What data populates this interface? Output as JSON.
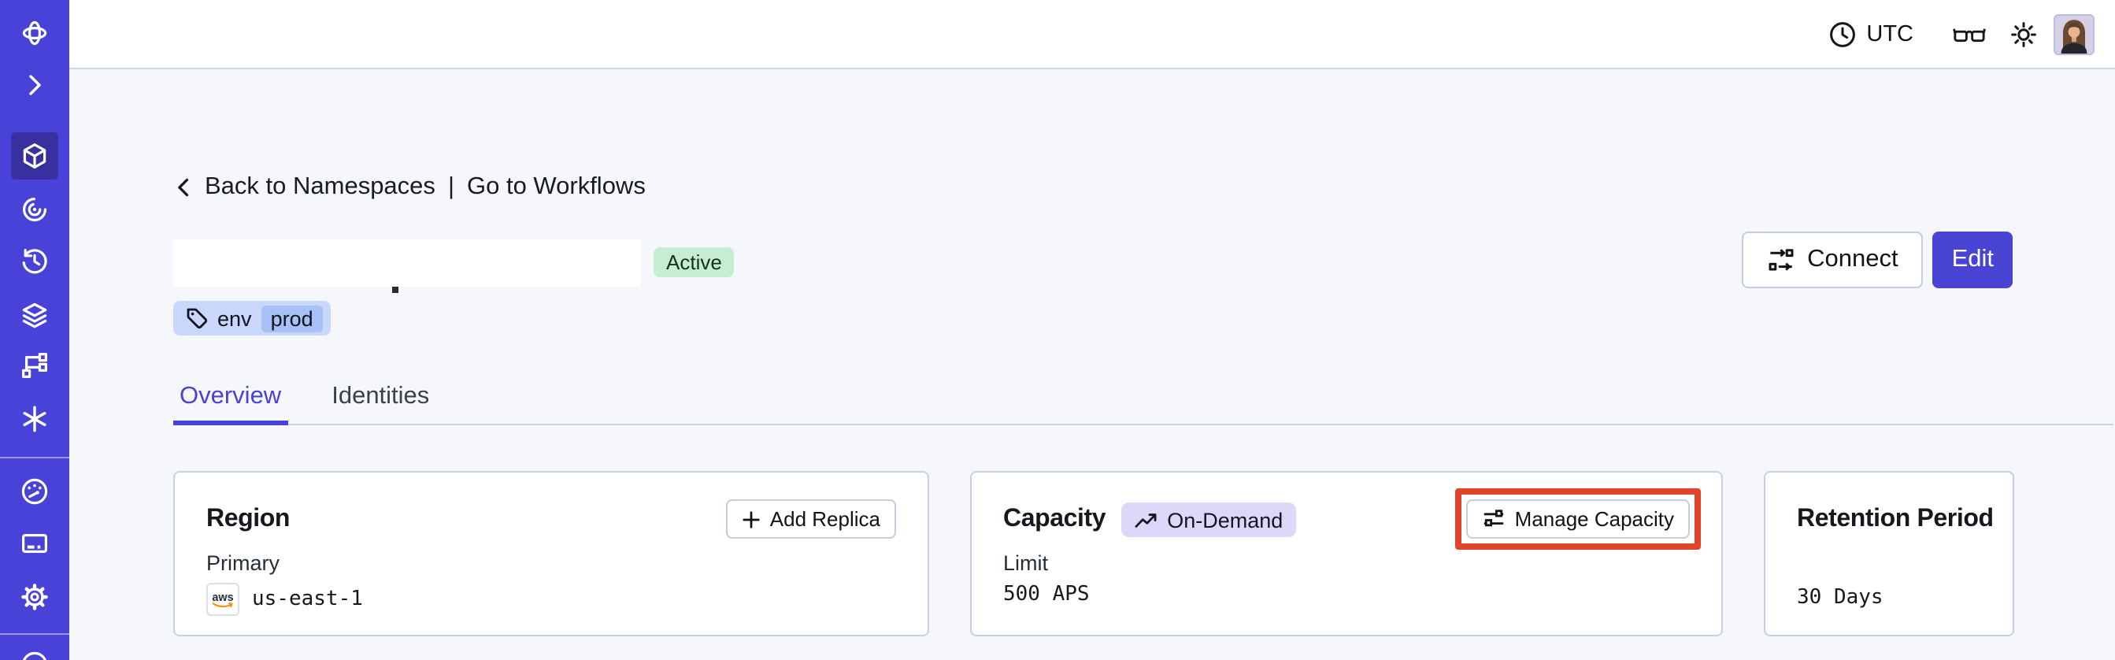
{
  "header": {
    "timezone_label": "UTC",
    "icons": [
      "clock-icon",
      "glasses-icon",
      "theme-sun-icon",
      "user-avatar"
    ]
  },
  "sidebar": {
    "icons": [
      "temporal-logo",
      "expand-chevron",
      "namespaces-cube",
      "workflows-spiral",
      "history-clock",
      "deployments-layers",
      "batch-branch",
      "nexus-asterisk",
      "usage-gauge",
      "billing-card",
      "settings-gear",
      "bottom-partial-circle"
    ],
    "active_item": "namespaces-cube"
  },
  "breadcrumb": {
    "back_label": "Back to Namespaces",
    "separator": "|",
    "workflows_label": "Go to Workflows"
  },
  "namespace": {
    "status": "Active",
    "tag_key": "env",
    "tag_value": "prod"
  },
  "actions": {
    "connect_label": "Connect",
    "edit_label": "Edit"
  },
  "tabs": {
    "overview": "Overview",
    "identities": "Identities",
    "active": "Overview"
  },
  "cards": {
    "region": {
      "title": "Region",
      "add_replica_label": "Add Replica",
      "row_label": "Primary",
      "provider_label": "aws",
      "value": "us-east-1"
    },
    "capacity": {
      "title": "Capacity",
      "badge_label": "On-Demand",
      "manage_label": "Manage Capacity",
      "row_label": "Limit",
      "value": "500 APS",
      "highlighted": true
    },
    "retention": {
      "title": "Retention Period",
      "value": "30 Days"
    }
  },
  "colors": {
    "sidebar": "#4842d9",
    "sidebar_active": "#37309e",
    "accent": "#4a44d4",
    "status_active_bg": "#c6edd2",
    "tag_chip_bg": "#c9d7fb",
    "tag_value_bg": "#a9c0f7",
    "ondemand_bg": "#ded7fa",
    "annotation_red": "#e2432b",
    "aws_orange": "#f79400"
  }
}
